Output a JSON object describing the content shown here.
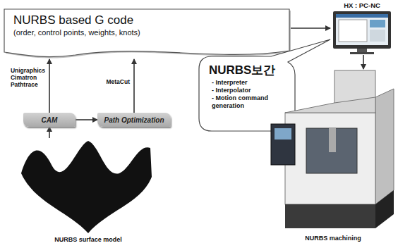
{
  "diagram": {
    "nodes": [
      {
        "text": [
          "NURBS based G code",
          "(order, control points, weights, knots)"
        ]
      },
      {
        "text": [
          "HX : PC-NC"
        ]
      },
      {
        "text": [
          "NURBS보간",
          "- Interpreter",
          "- Interpolator",
          "- Motion command generation"
        ]
      },
      {
        "text": [
          "NURBS machining"
        ]
      },
      {
        "text": [
          "CAM"
        ]
      },
      {
        "text": [
          "Path Optimization"
        ]
      },
      {
        "text": [
          "NURBS surface model"
        ]
      }
    ],
    "edges": [
      {
        "from": 0,
        "to": 1,
        "arrow": "to"
      },
      {
        "from": 1,
        "to": 3,
        "arrow": "to"
      },
      {
        "from": 4,
        "to": 5,
        "arrow": "to"
      },
      {
        "from": 4,
        "to": 0,
        "arrow": "to",
        "label": "Unigraphics Cimatron Pathtrace"
      },
      {
        "from": 5,
        "to": 0,
        "arrow": "to",
        "label": "MetaCut"
      },
      {
        "from": 6,
        "to": 4,
        "arrow": "to"
      }
    ]
  }
}
